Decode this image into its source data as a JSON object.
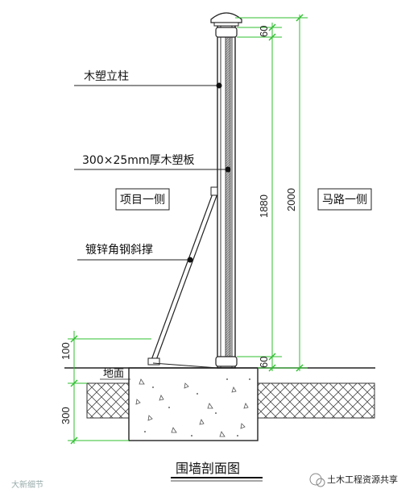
{
  "labels": {
    "post": "木塑立柱",
    "board": "300×25mm厚木塑板",
    "project_side": "项目一侧",
    "road_side": "马路一侧",
    "brace": "镀锌角钢斜撑",
    "ground": "地面"
  },
  "dimensions": {
    "top_cap": "60",
    "board_height": "1880",
    "total_height": "2000",
    "bottom_gap": "60",
    "above_ground": "100",
    "footing_depth": "300"
  },
  "title": "围墙剖面图",
  "watermark_left": "大新细节",
  "watermark_right": "土木工程资源共享",
  "colors": {
    "dimension_line": "#2fbf2f",
    "outline": "#222222",
    "board_fill": "#8a8a8a"
  }
}
